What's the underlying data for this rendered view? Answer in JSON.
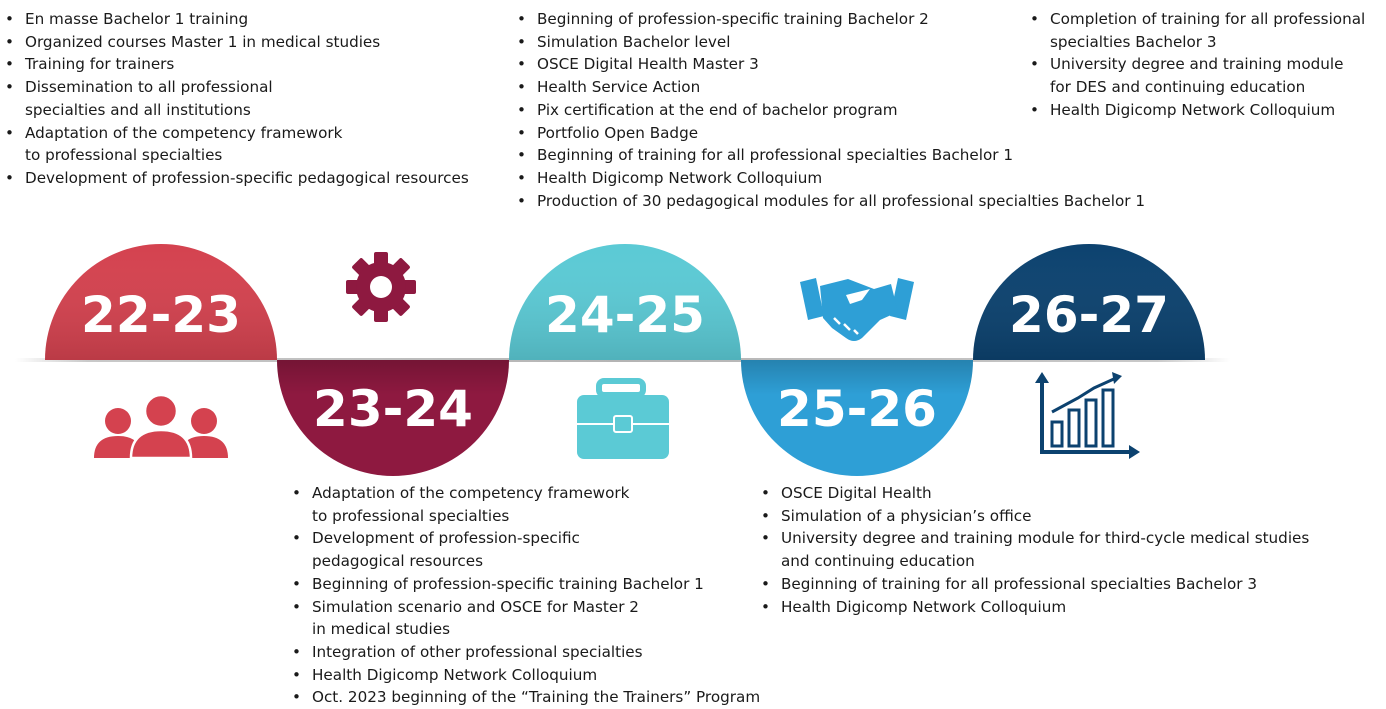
{
  "timeline": {
    "periods": [
      {
        "label": "22-23",
        "color": "#D4424F",
        "items": [
          "En masse Bachelor 1 training",
          "Organized courses Master 1 in medical studies",
          "Training for trainers",
          "Dissemination to all professional\nspecialties and all institutions",
          "Adaptation of the competency framework\nto professional specialties",
          "Development of profession-specific pedagogical resources"
        ]
      },
      {
        "label": "23-24",
        "color": "#8E1940",
        "items": [
          "Adaptation of the competency framework\nto professional specialties",
          "Development of profession-specific\npedagogical resources",
          "Beginning of profession-specific training Bachelor 1",
          "Simulation scenario and OSCE  for Master 2\n in medical studies",
          "Integration of other professional specialties",
          "Health Digicomp Network Colloquium",
          "Oct. 2023 beginning of the “Training the Trainers” Program"
        ]
      },
      {
        "label": "24-25",
        "color": "#5BCAD5",
        "items": [
          "Beginning of profession-specific training Bachelor 2",
          "Simulation Bachelor level",
          "OSCE Digital Health Master 3",
          "Health Service Action",
          "Pix certification at the end of bachelor program",
          "Portfolio Open Badge",
          "Beginning of training for  all professional specialties Bachelor 1",
          "Health Digicomp Network Colloquium",
          "Production of 30 pedagogical modules for all professional specialties Bachelor 1"
        ]
      },
      {
        "label": "25-26",
        "color": "#2E9FD6",
        "items": [
          "OSCE Digital Health",
          "Simulation of a physician’s office",
          "University degree and training module  for third-cycle medical studies\n and continuing education",
          "Beginning of training for  all professional specialties Bachelor 3",
          "Health Digicomp Network Colloquium"
        ]
      },
      {
        "label": "26-27",
        "color": "#0C426F",
        "items": [
          "Completion of training for all professional\nspecialties Bachelor 3",
          "University degree and training module\nfor DES and continuing education",
          "Health Digicomp Network Colloquium"
        ]
      }
    ],
    "icons": [
      {
        "name": "people-icon",
        "color": "#D4424F"
      },
      {
        "name": "gear-icon",
        "color": "#8E1940"
      },
      {
        "name": "briefcase-icon",
        "color": "#5BCAD5"
      },
      {
        "name": "handshake-icon",
        "color": "#2E9FD6"
      },
      {
        "name": "growth-chart-icon",
        "color": "#0C426F"
      }
    ]
  }
}
